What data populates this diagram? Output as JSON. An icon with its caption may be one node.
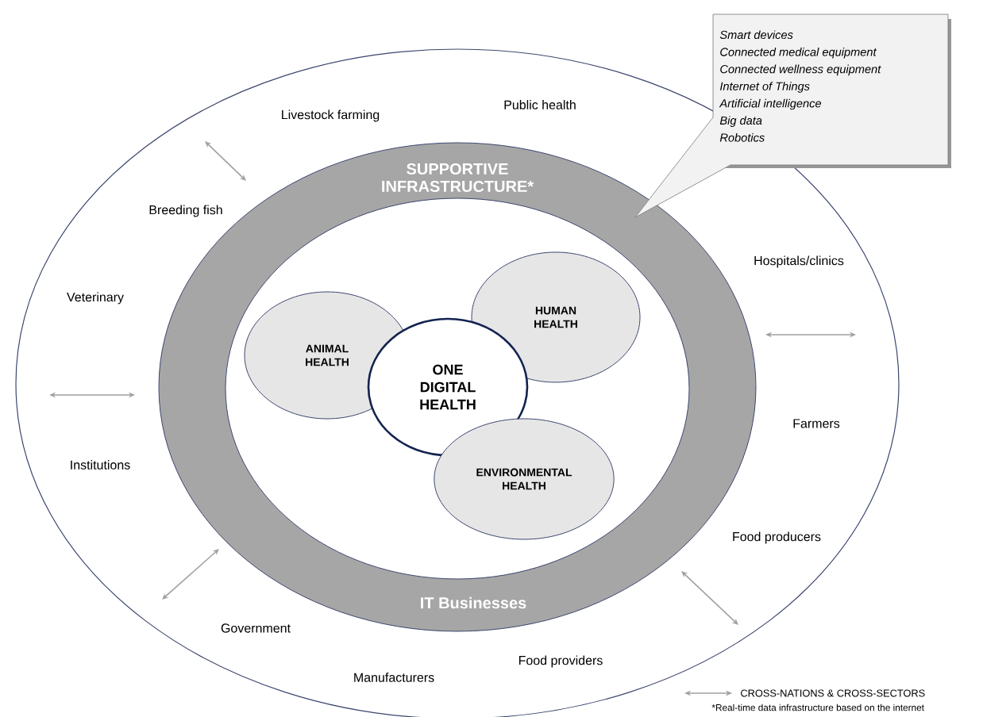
{
  "diagram": {
    "nodes": [
      {
        "text": [
          "SUPPORTIVE INFRASTRUCTURE*",
          "IT Businesses"
        ]
      },
      {
        "text": [
          "ANIMAL HEALTH"
        ],
        "in": 0
      },
      {
        "text": [
          "HUMAN HEALTH"
        ],
        "in": 0
      },
      {
        "text": [
          "ONE DIGITAL HEALTH"
        ],
        "in": 0
      },
      {
        "text": [
          "ENVIRONMENTAL HEALTH"
        ],
        "in": 0
      },
      {
        "text": [
          "Smart devices",
          "Connected medical equipment",
          "Connected wellness equipment",
          "Internet of Things",
          "Artificial intelligence",
          "Big data",
          "Robotics"
        ]
      }
    ],
    "labels": [
      "Public health",
      "Livestock farming",
      "Breeding fish",
      "Hospitals/clinics",
      "Veterinary",
      "Farmers",
      "Institutions",
      "Food producers",
      "Government",
      "Food providers",
      "Manufacturers",
      "*Real-time data infrastructure based on the internet"
    ],
    "legend": [
      {
        "text": "CROSS-NATIONS & CROSS-SECTORS"
      }
    ]
  }
}
